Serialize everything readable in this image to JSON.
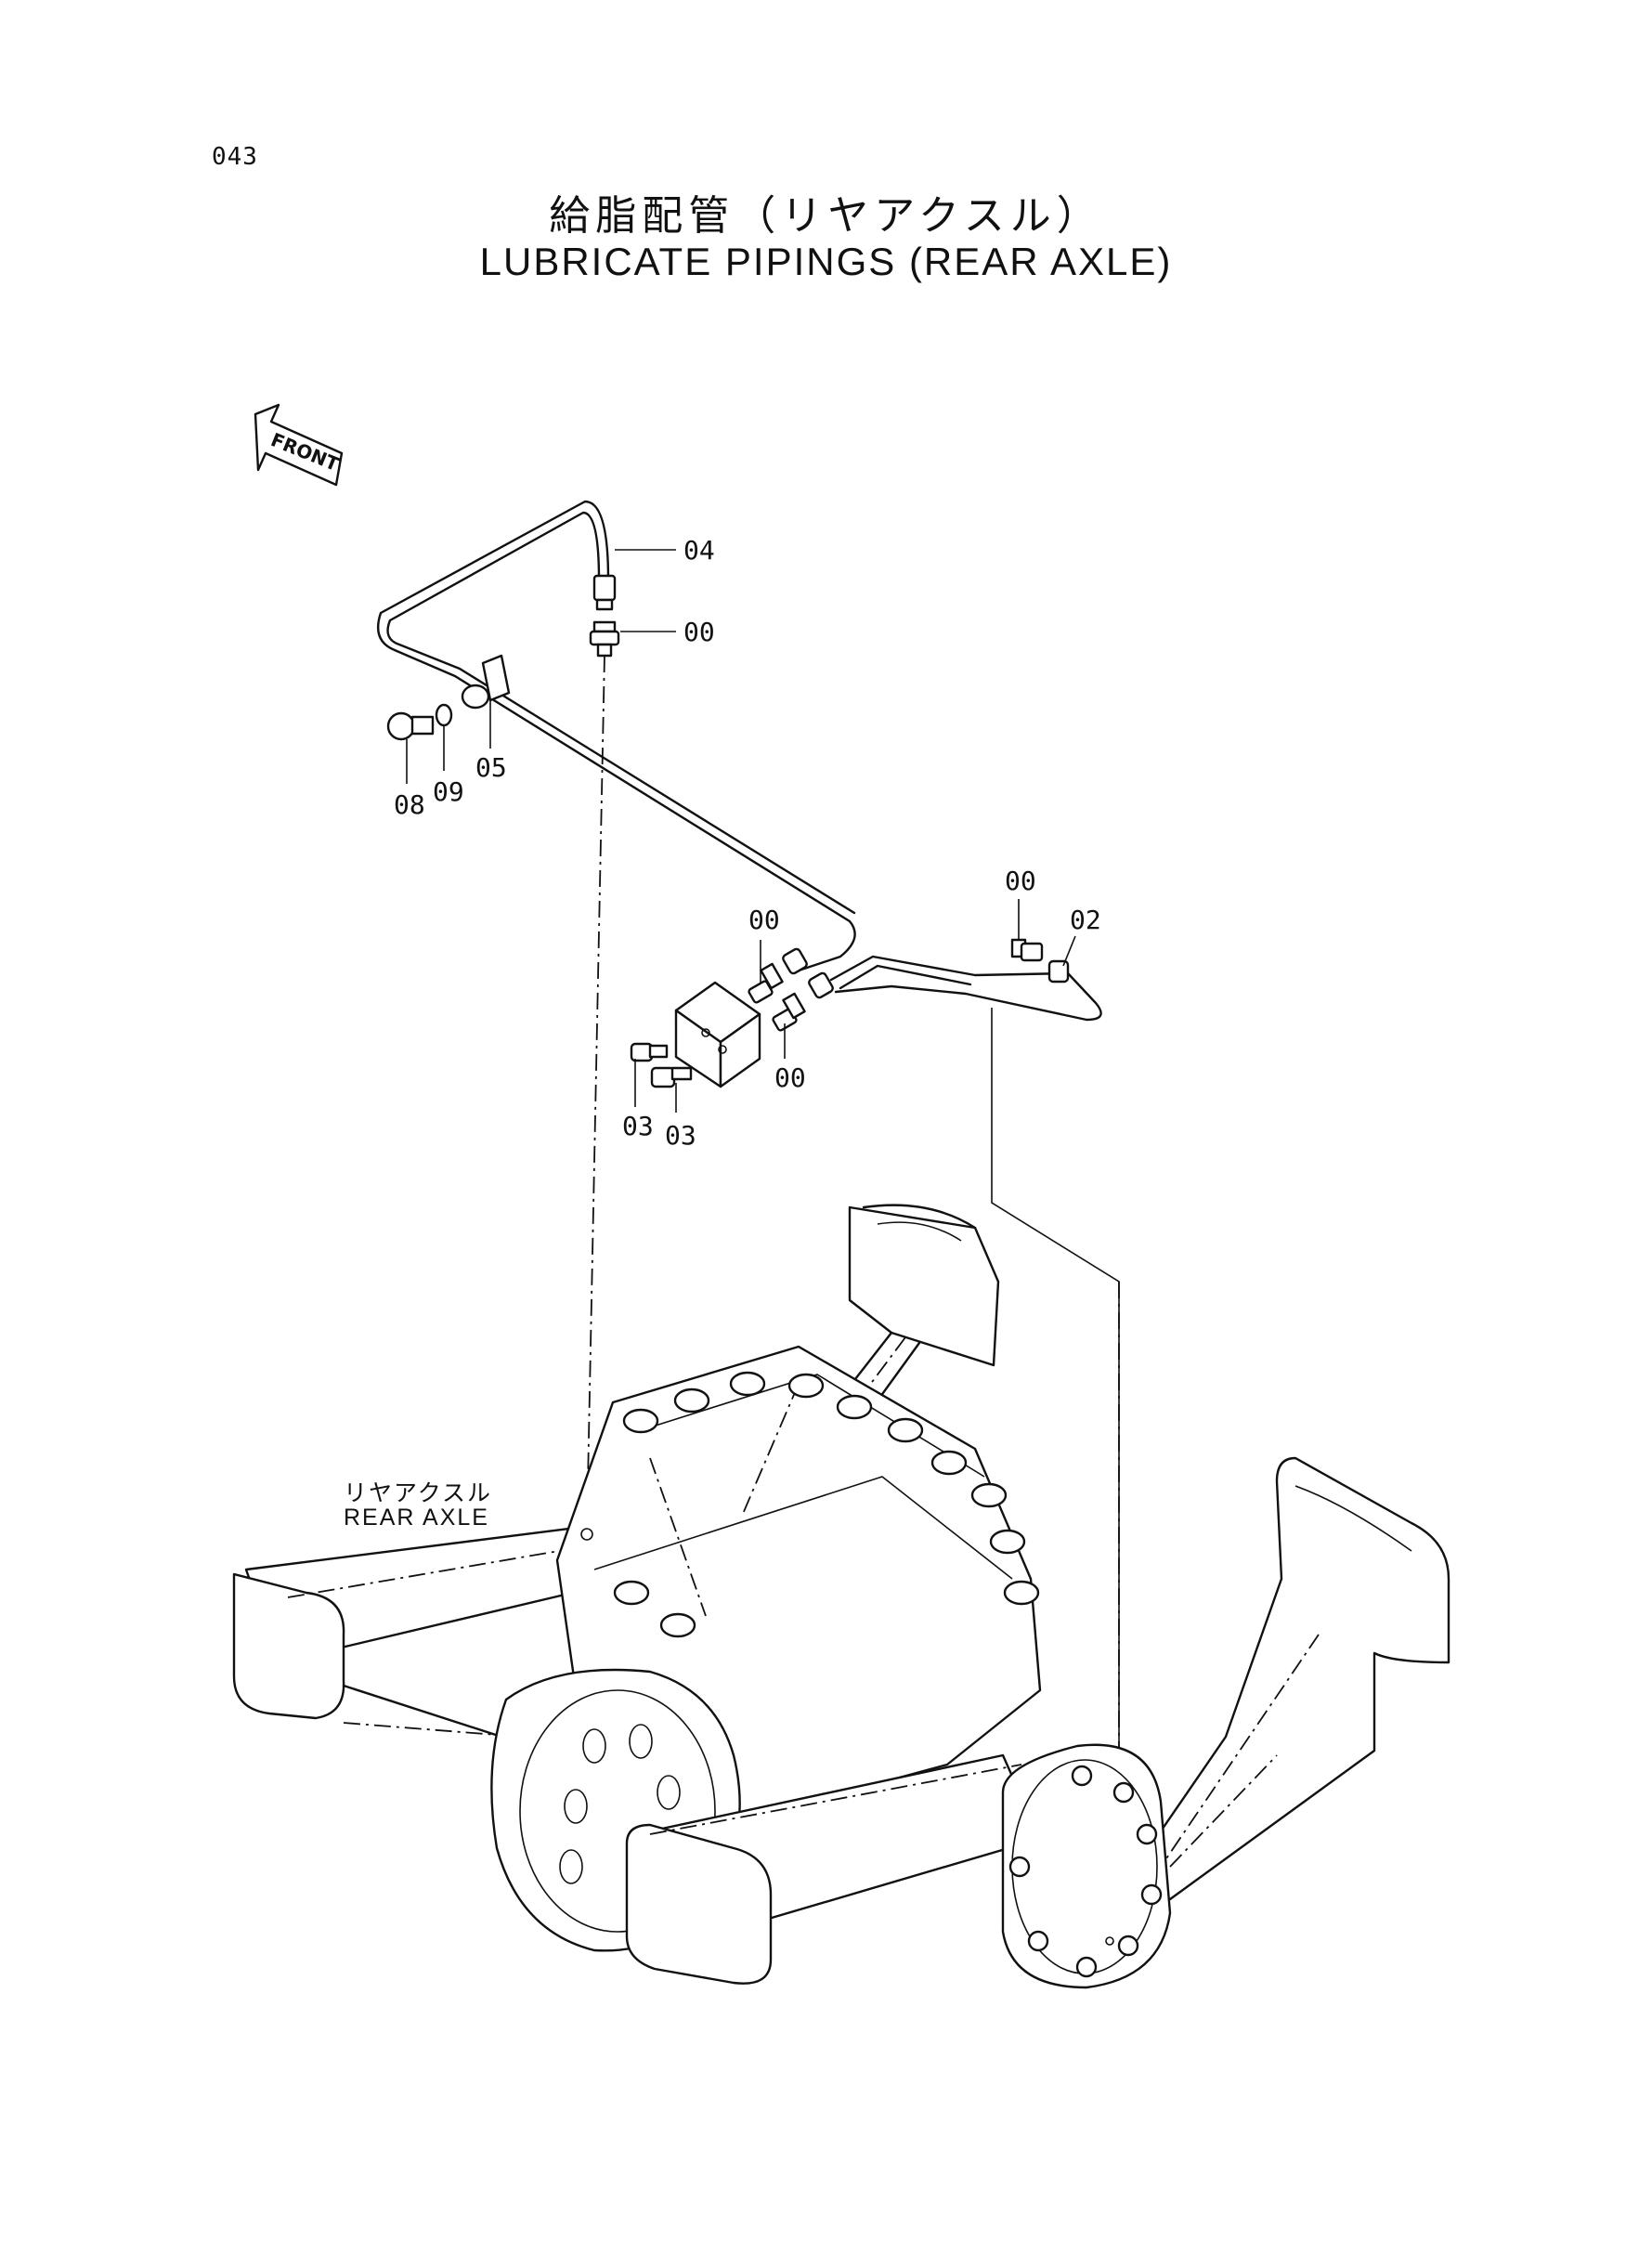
{
  "page_number": "043",
  "title_jp": "給脂配管（リヤアクスル）",
  "title_en": "LUBRICATE PIPINGS (REAR AXLE)",
  "front_arrow": {
    "label": "FRONT",
    "icon": "front-arrow-icon"
  },
  "assembly_label": {
    "jp": "リヤアクスル",
    "en": "REAR AXLE"
  },
  "callouts": [
    {
      "id": "c04",
      "label": "04"
    },
    {
      "id": "c00a",
      "label": "00"
    },
    {
      "id": "c05",
      "label": "05"
    },
    {
      "id": "c08",
      "label": "08"
    },
    {
      "id": "c09",
      "label": "09"
    },
    {
      "id": "c00b",
      "label": "00"
    },
    {
      "id": "c00c",
      "label": "00"
    },
    {
      "id": "c02",
      "label": "02"
    },
    {
      "id": "c00d",
      "label": "00"
    },
    {
      "id": "c03a",
      "label": "03"
    },
    {
      "id": "c03b",
      "label": "03"
    }
  ]
}
